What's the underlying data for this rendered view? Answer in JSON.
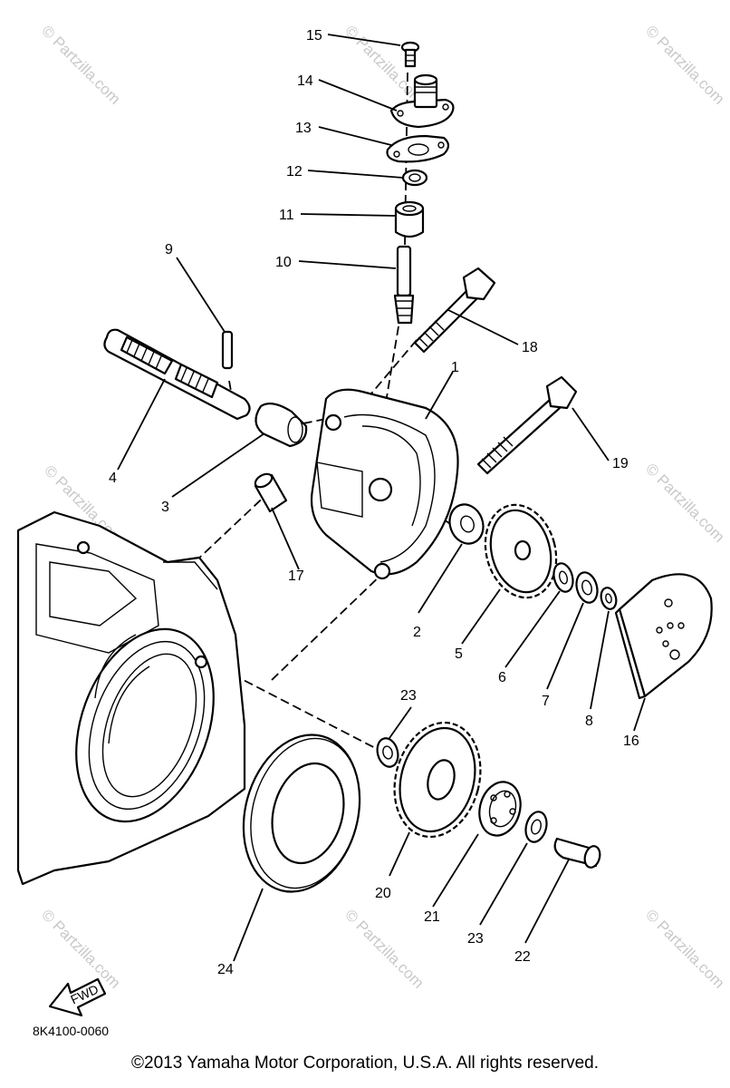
{
  "callouts": [
    "15",
    "14",
    "13",
    "12",
    "11",
    "10",
    "9",
    "18",
    "1",
    "19",
    "4",
    "3",
    "17",
    "2",
    "5",
    "6",
    "7",
    "8",
    "16",
    "23",
    "20",
    "21",
    "23",
    "22",
    "24"
  ],
  "watermark": "© Partzilla.com",
  "fwd_label": "FWD",
  "diagram_code": "8K4100-0060",
  "copyright": "©2013 Yamaha Motor Corporation, U.S.A. All rights reserved."
}
